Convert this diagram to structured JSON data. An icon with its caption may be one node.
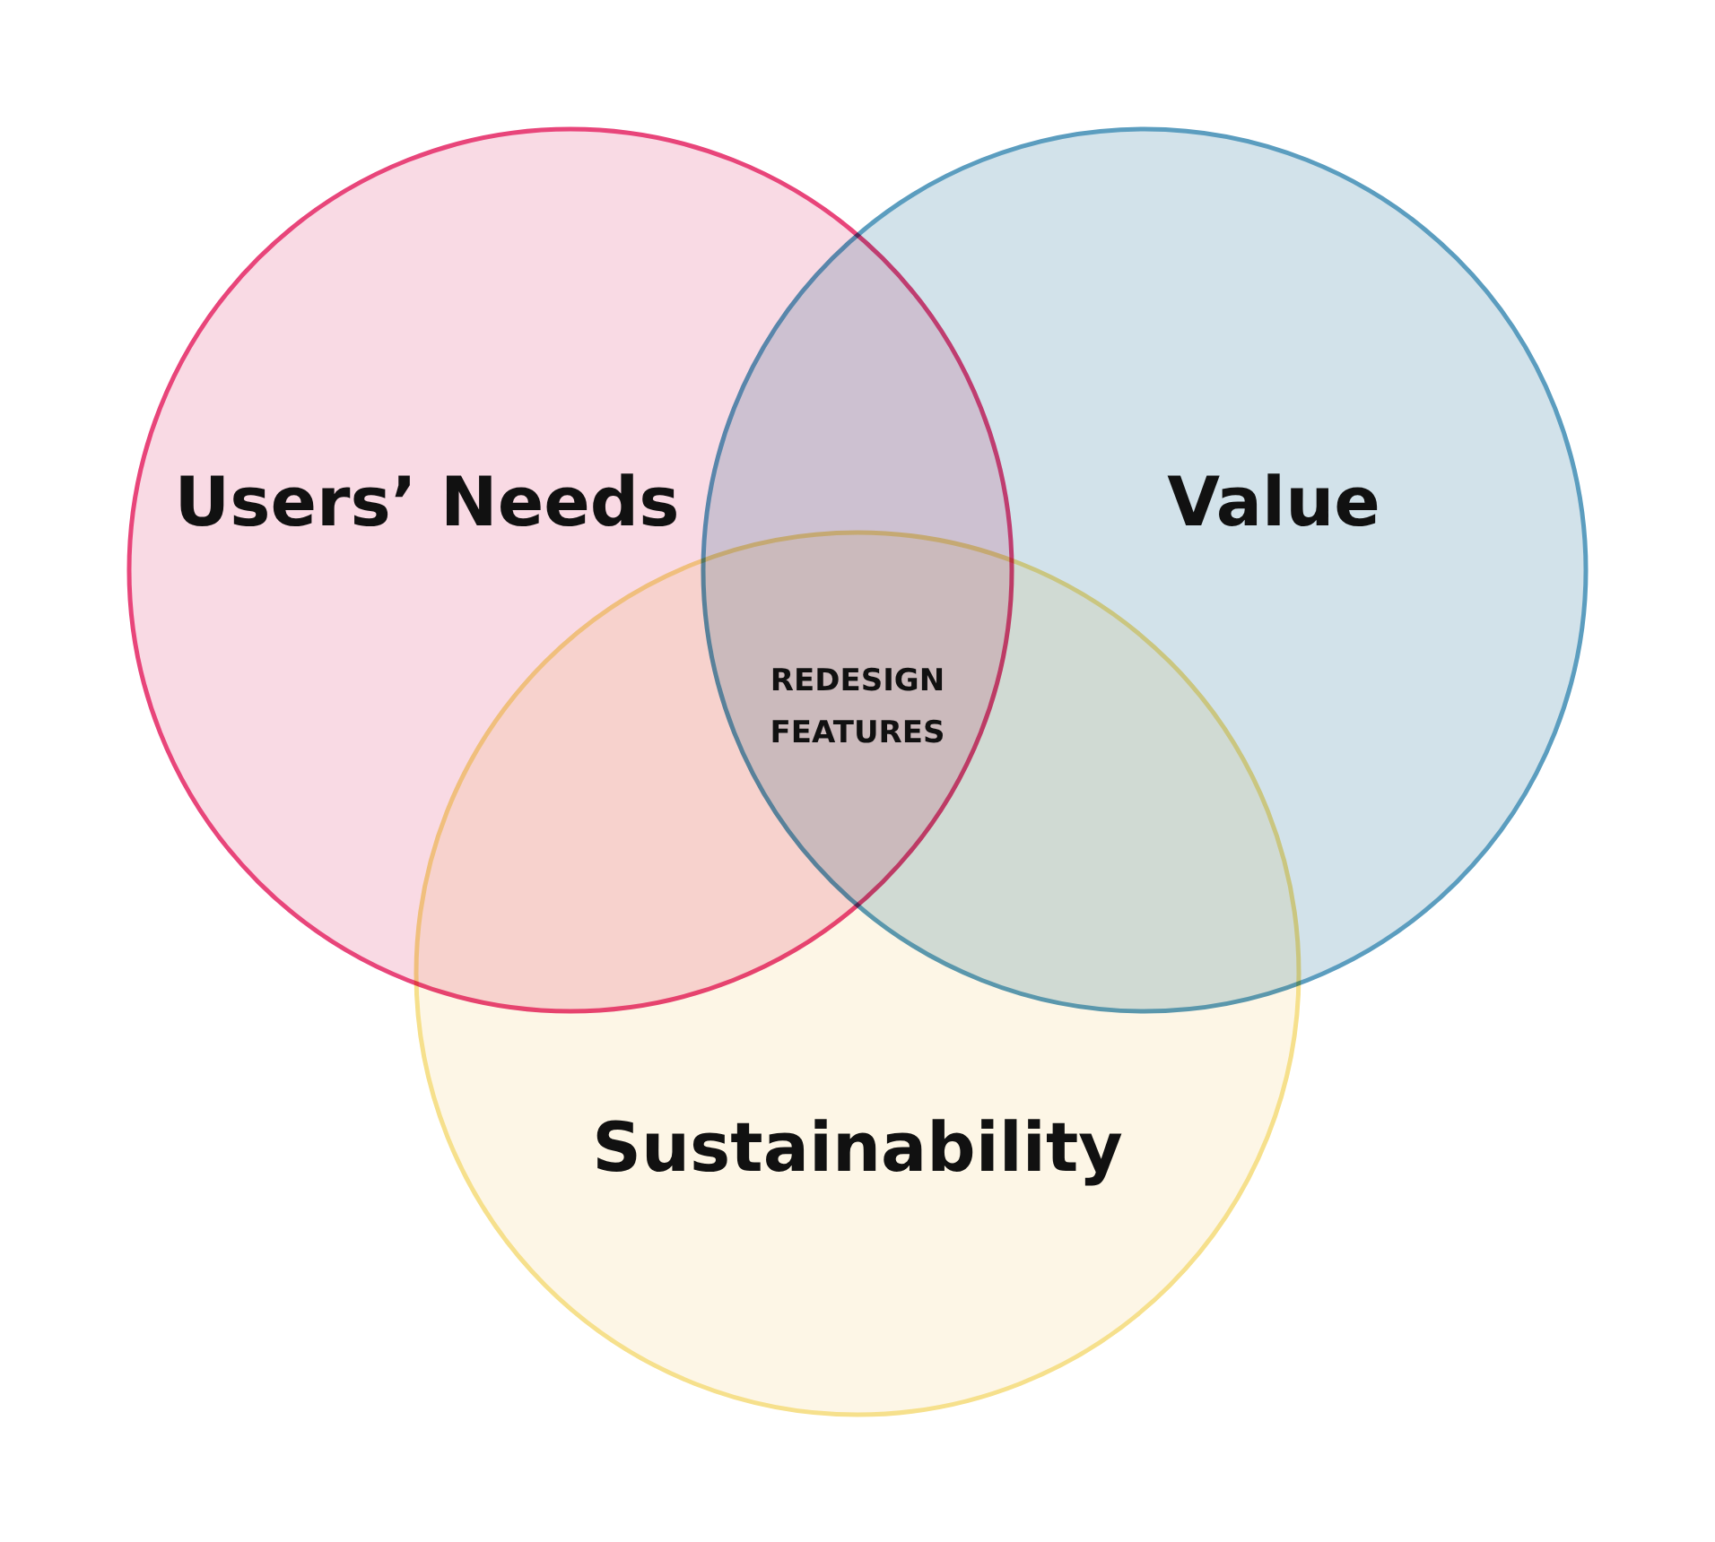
{
  "diagram": {
    "nodes": [
      {
        "text": [
          "Users’ Needs"
        ]
      },
      {
        "text": [
          "Value"
        ]
      },
      {
        "text": [
          "Sustainability"
        ]
      }
    ],
    "labels": [
      "REDESIGN FEATURES"
    ]
  }
}
